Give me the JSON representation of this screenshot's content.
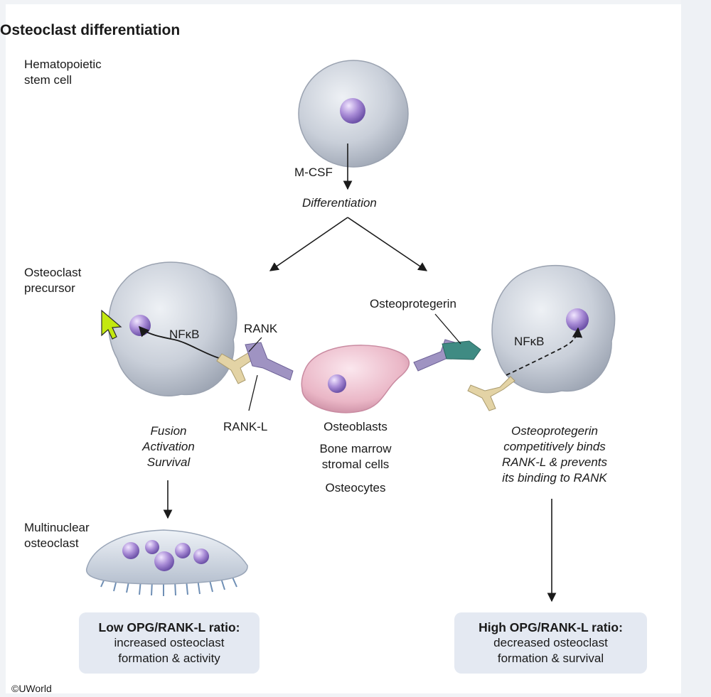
{
  "title": "Osteoclast differentiation",
  "labels": {
    "stem_cell": [
      "Hematopoietic",
      "stem cell"
    ],
    "mcsf": "M-CSF",
    "differentiation": "Differentiation",
    "precursor": [
      "Osteoclast",
      "precursor"
    ],
    "osteoprotegerin": "Osteoprotegerin",
    "rank": "RANK",
    "nfkb_left": "NFκB",
    "nfkb_right": "NFκB",
    "rankl": "RANK-L",
    "fusion": [
      "Fusion",
      "Activation",
      "Survival"
    ],
    "osteoblasts": "Osteoblasts",
    "stromal": [
      "Bone marrow",
      "stromal cells"
    ],
    "osteocytes": "Osteocytes",
    "opg_text": [
      "Osteoprotegerin",
      "competitively binds",
      "RANK-L & prevents",
      "its binding to RANK"
    ],
    "multinuclear": [
      "Multinuclear",
      "osteoclast"
    ]
  },
  "boxes": {
    "low_title": "Low OPG/RANK-L ratio:",
    "low_text": [
      "increased osteoclast",
      "formation & activity"
    ],
    "high_title": "High OPG/RANK-L ratio:",
    "high_text": [
      "decreased osteoclast",
      "formation & survival"
    ]
  },
  "copyright": "©UWorld",
  "colors": {
    "cell": "#c5cbd6",
    "nucleus": "#a58bd3",
    "osteoblast": "#f1c5d2",
    "receptor_tan": "#e3d3a5",
    "rankl_purple": "#9f93c2",
    "opg_green": "#3f8b83",
    "box_bg": "#e4e9f2",
    "cursor": "#c3e80f"
  }
}
